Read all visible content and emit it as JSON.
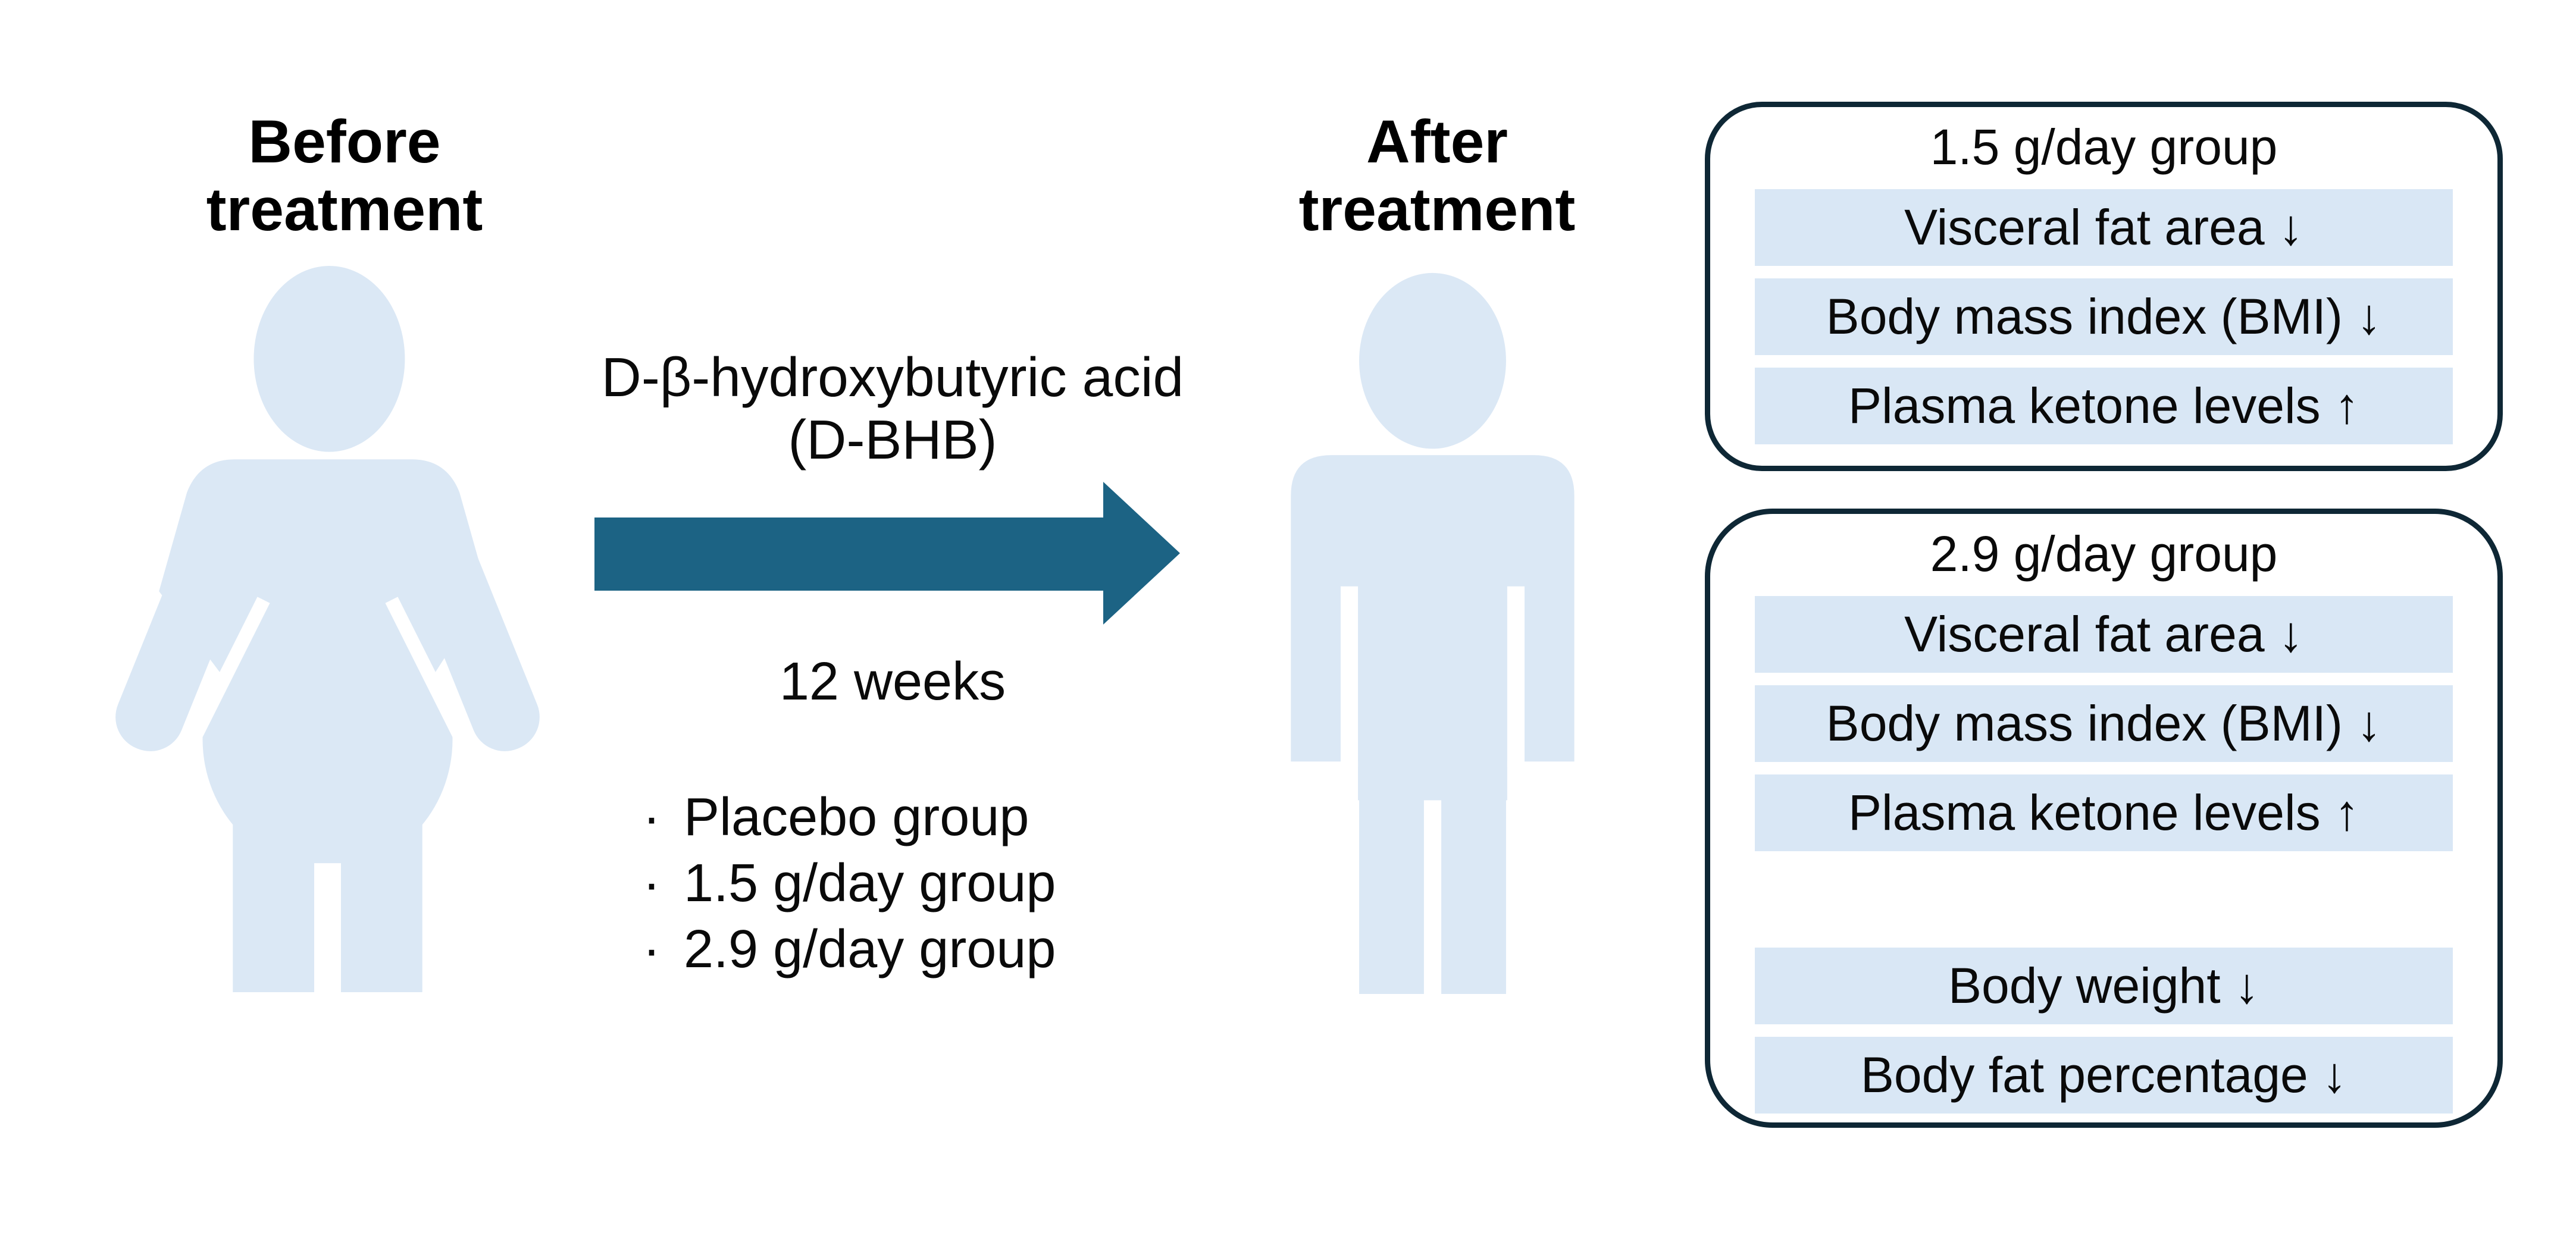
{
  "figure": {
    "before": {
      "line1": "Before",
      "line2": "treatment"
    },
    "after": {
      "line1": "After",
      "line2": "treatment"
    },
    "intervention": {
      "line1": "D-β-hydroxybutyric acid",
      "line2": "(D-BHB)"
    },
    "duration": "12 weeks",
    "bullet_char": "·",
    "study_groups": [
      "Placebo group",
      "1.5 g/day group",
      "2.9 g/day group"
    ],
    "icons": {
      "before_person": "obese-person-silhouette",
      "after_person": "slim-person-silhouette",
      "arrow": "right-arrow"
    }
  },
  "panels": [
    {
      "title": "1.5 g/day group",
      "rows": [
        {
          "text": "Visceral fat area ↓"
        },
        {
          "text": "Body mass index (BMI) ↓"
        },
        {
          "text": "Plasma ketone levels ↑"
        }
      ]
    },
    {
      "title": "2.9 g/day group",
      "rows": [
        {
          "text": "Visceral fat area ↓"
        },
        {
          "text": "Body mass index (BMI) ↓"
        },
        {
          "text": "Plasma ketone levels ↑"
        }
      ],
      "extra_rows": [
        {
          "text": "Body weight ↓"
        },
        {
          "text": "Body fat percentage ↓"
        }
      ]
    }
  ],
  "colors": {
    "silhouette": "#dbe8f5",
    "arrow": "#1c6384",
    "panel_border": "#0e2735",
    "row_bg": "#d9e7f5",
    "text": "#0a0a0a"
  }
}
